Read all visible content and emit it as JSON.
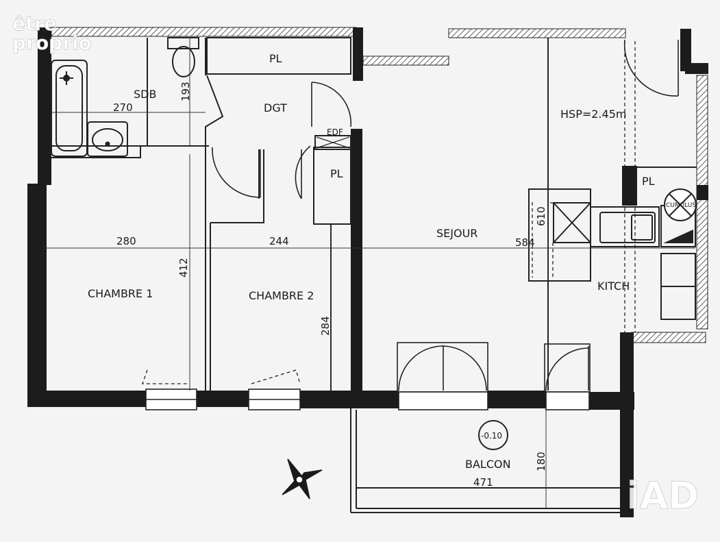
{
  "rooms": {
    "sdb": "SDB",
    "pl_top": "PL",
    "dgt": "DGT",
    "edf": "EDF",
    "pl_mid": "PL",
    "chambre1": "CHAMBRE  1",
    "chambre2": "CHAMBRE  2",
    "sejour": "SEJOUR",
    "hsp": "HSP=2.45m",
    "pl_kitchen": "PL",
    "cumulus": "CUMULUS",
    "kitchen": "KITCH",
    "balcon": "BALCON"
  },
  "dimensions": {
    "sdb_width": "270",
    "sdb_height": "193",
    "ch1_width": "280",
    "ch1_height": "412",
    "ch2_width": "244",
    "ch2_height": "284",
    "sejour_width": "584",
    "sejour_height": "610",
    "balcon_width": "471",
    "balcon_height": "180",
    "level": "-0.10"
  },
  "watermarks": {
    "brand_line1": "être",
    "brand_line2": "proprio",
    "agency": "iAD"
  }
}
